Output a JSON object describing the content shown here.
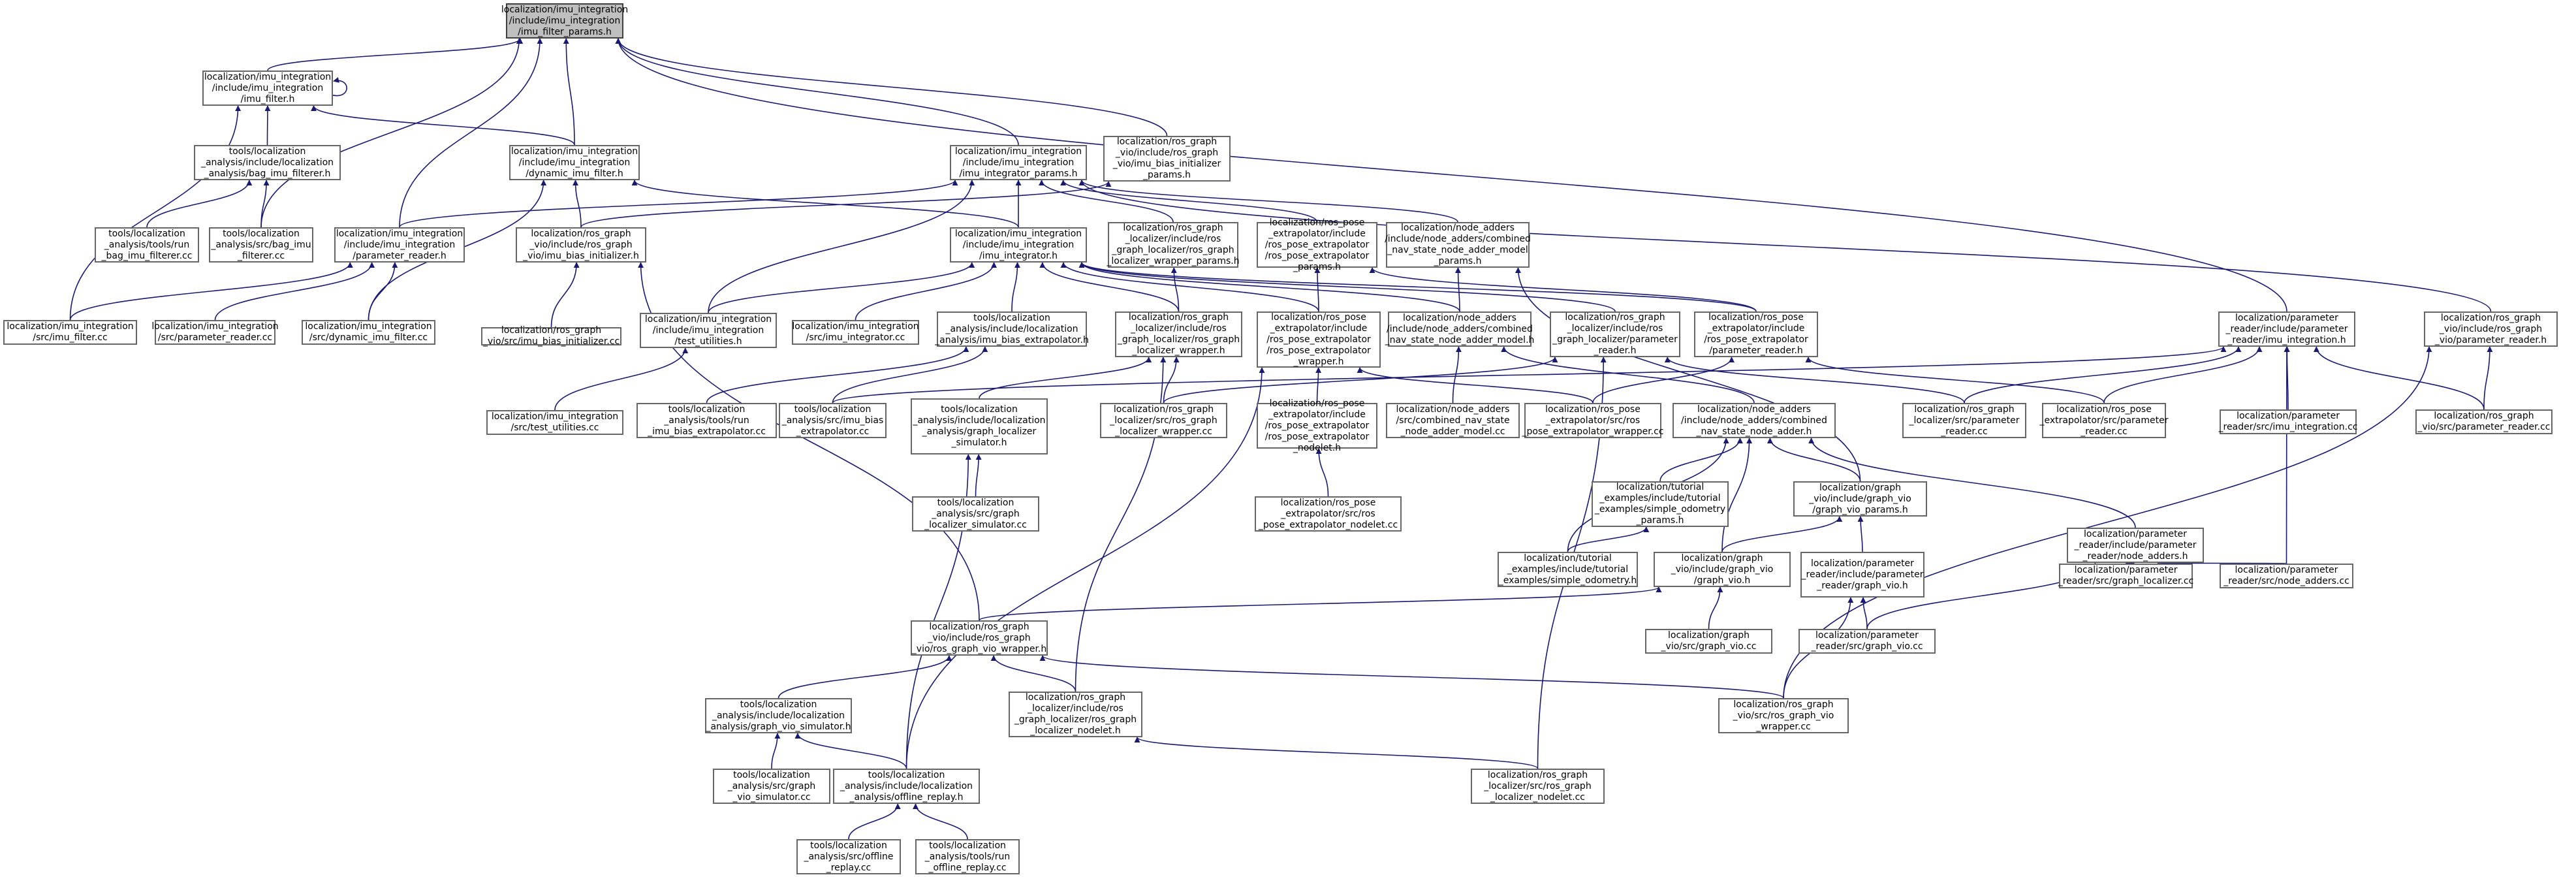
{
  "graph": {
    "title": "",
    "colors": {
      "edge": "#191970",
      "border": "#666666",
      "root_fill": "#bfbfbf",
      "node_fill": "#ffffff",
      "text": "#000000"
    },
    "nodes": [
      {
        "id": "n0",
        "label": "localization/imu_integration\n/include/imu_integration\n/imu_filter_params.h",
        "root": true
      },
      {
        "id": "n1",
        "label": "localization/imu_integration\n/include/imu_integration\n/imu_filter.h"
      },
      {
        "id": "n2",
        "label": "tools/localization\n_analysis/include/localization\n_analysis/bag_imu_filterer.h"
      },
      {
        "id": "n3",
        "label": "tools/localization\n_analysis/tools/run\n_bag_imu_filterer.cc"
      },
      {
        "id": "n4",
        "label": "tools/localization\n_analysis/src/bag_imu\n_filterer.cc"
      },
      {
        "id": "n5",
        "label": "localization/imu_integration\n/src/imu_filter.cc"
      },
      {
        "id": "n6",
        "label": "localization/imu_integration\n/include/imu_integration\n/dynamic_imu_filter.h"
      },
      {
        "id": "n7",
        "label": "localization/imu_integration\n/include/imu_integration\n/parameter_reader.h"
      },
      {
        "id": "n8",
        "label": "localization/imu_integration\n/src/parameter_reader.cc"
      },
      {
        "id": "n9",
        "label": "localization/imu_integration\n/src/dynamic_imu_filter.cc"
      },
      {
        "id": "n10",
        "label": "localization/ros_graph\n_vio/include/ros_graph\n_vio/imu_bias_initializer.h"
      },
      {
        "id": "n11",
        "label": "localization/ros_graph\n_vio/src/imu_bias_initializer.cc"
      },
      {
        "id": "n12",
        "label": "localization/imu_integration\n/include/imu_integration\n/imu_integrator_params.h"
      },
      {
        "id": "n13",
        "label": "localization/ros_graph\n_vio/include/ros_graph\n_vio/imu_bias_initializer\n_params.h"
      },
      {
        "id": "n14",
        "label": "localization/imu_integration\n/include/imu_integration\n/imu_integrator.h"
      },
      {
        "id": "n15",
        "label": "localization/ros_graph\n_localizer/include/ros\n_graph_localizer/ros_graph\n_localizer_wrapper_params.h"
      },
      {
        "id": "n16",
        "label": "localization/ros_pose\n_extrapolator/include\n/ros_pose_extrapolator\n/ros_pose_extrapolator\n_params.h"
      },
      {
        "id": "n17",
        "label": "localization/node_adders\n/include/node_adders/combined\n_nav_state_node_adder_model\n_params.h"
      },
      {
        "id": "n18",
        "label": "localization/imu_integration\n/include/imu_integration\n/test_utilities.h"
      },
      {
        "id": "n19",
        "label": "localization/imu_integration\n/src/test_utilities.cc"
      },
      {
        "id": "n20",
        "label": "localization/imu_integration\n/src/imu_integrator.cc"
      },
      {
        "id": "n21",
        "label": "tools/localization\n_analysis/include/localization\n_analysis/imu_bias_extrapolator.h"
      },
      {
        "id": "n22",
        "label": "tools/localization\n_analysis/tools/run\n_imu_bias_extrapolator.cc"
      },
      {
        "id": "n23",
        "label": "tools/localization\n_analysis/src/imu_bias\n_extrapolator.cc"
      },
      {
        "id": "n24",
        "label": "localization/ros_graph\n_localizer/include/ros\n_graph_localizer/ros_graph\n_localizer_wrapper.h"
      },
      {
        "id": "n25",
        "label": "localization/ros_graph\n_localizer/src/ros_graph\n_localizer_wrapper.cc"
      },
      {
        "id": "n26",
        "label": "localization/ros_pose\n_extrapolator/include\n/ros_pose_extrapolator\n/ros_pose_extrapolator\n_wrapper.h"
      },
      {
        "id": "n27",
        "label": "localization/ros_pose\n_extrapolator/include\n/ros_pose_extrapolator\n/ros_pose_extrapolator\n_nodelet.h"
      },
      {
        "id": "n28",
        "label": "localization/ros_pose\n_extrapolator/src/ros\n_pose_extrapolator_nodelet.cc"
      },
      {
        "id": "n29",
        "label": "localization/node_adders\n/include/node_adders/combined\n_nav_state_node_adder_model.h"
      },
      {
        "id": "n30",
        "label": "localization/node_adders\n/src/combined_nav_state\n_node_adder_model.cc"
      },
      {
        "id": "n31",
        "label": "localization/ros_graph\n_localizer/include/ros\n_graph_localizer/parameter\n_reader.h"
      },
      {
        "id": "n32",
        "label": "localization/ros_pose\n_extrapolator/include\n/ros_pose_extrapolator\n/parameter_reader.h"
      },
      {
        "id": "n33",
        "label": "localization/ros_pose\n_extrapolator/src/ros\n_pose_extrapolator_wrapper.cc"
      },
      {
        "id": "n34",
        "label": "localization/node_adders\n/include/node_adders/combined\n_nav_state_node_adder.h"
      },
      {
        "id": "n35",
        "label": "localization/parameter\n_reader/include/parameter\n_reader/imu_integration.h"
      },
      {
        "id": "n36",
        "label": "localization/ros_graph\n_localizer/src/parameter\n_reader.cc"
      },
      {
        "id": "n37",
        "label": "localization/ros_pose\n_extrapolator/src/parameter\n_reader.cc"
      },
      {
        "id": "n38",
        "label": "localization/parameter\n_reader/src/imu_integration.cc"
      },
      {
        "id": "n39",
        "label": "localization/ros_graph\n_vio/include/ros_graph\n_vio/parameter_reader.h"
      },
      {
        "id": "n40",
        "label": "localization/ros_graph\n_vio/src/parameter_reader.cc"
      },
      {
        "id": "n41",
        "label": "tools/localization\n_analysis/include/localization\n_analysis/graph_localizer\n_simulator.h"
      },
      {
        "id": "n42",
        "label": "tools/localization\n_analysis/src/graph\n_localizer_simulator.cc"
      },
      {
        "id": "n43",
        "label": "localization/tutorial\n_examples/include/tutorial\n_examples/simple_odometry\n_params.h"
      },
      {
        "id": "n44",
        "label": "localization/tutorial\n_examples/include/tutorial\n_examples/simple_odometry.h"
      },
      {
        "id": "n45",
        "label": "localization/graph\n_vio/include/graph_vio\n/graph_vio_params.h"
      },
      {
        "id": "n46",
        "label": "localization/graph\n_vio/include/graph_vio\n/graph_vio.h"
      },
      {
        "id": "n47",
        "label": "localization/graph\n_vio/src/graph_vio.cc"
      },
      {
        "id": "n48",
        "label": "localization/parameter\n_reader/include/parameter\n_reader/graph_vio.h"
      },
      {
        "id": "n49",
        "label": "localization/parameter\n_reader/src/graph_vio.cc"
      },
      {
        "id": "n50",
        "label": "localization/parameter\n_reader/include/parameter\n_reader/node_adders.h"
      },
      {
        "id": "n51",
        "label": "localization/parameter\n_reader/src/graph_localizer.cc"
      },
      {
        "id": "n52",
        "label": "localization/parameter\n_reader/src/node_adders.cc"
      },
      {
        "id": "n53",
        "label": "localization/ros_graph\n_vio/include/ros_graph\n_vio/ros_graph_vio_wrapper.h"
      },
      {
        "id": "n54",
        "label": "tools/localization\n_analysis/include/localization\n_analysis/graph_vio_simulator.h"
      },
      {
        "id": "n55",
        "label": "localization/ros_graph\n_localizer/include/ros\n_graph_localizer/ros_graph\n_localizer_nodelet.h"
      },
      {
        "id": "n56",
        "label": "localization/ros_graph\n_vio/src/ros_graph_vio\n_wrapper.cc"
      },
      {
        "id": "n57",
        "label": "tools/localization\n_analysis/src/graph\n_vio_simulator.cc"
      },
      {
        "id": "n58",
        "label": "tools/localization\n_analysis/include/localization\n_analysis/offline_replay.h"
      },
      {
        "id": "n59",
        "label": "localization/ros_graph\n_localizer/src/ros_graph\n_localizer_nodelet.cc"
      },
      {
        "id": "n60",
        "label": "tools/localization\n_analysis/src/offline\n_replay.cc"
      },
      {
        "id": "n61",
        "label": "tools/localization\n_analysis/tools/run\n_offline_replay.cc"
      }
    ],
    "edges": [
      [
        "n0",
        "n1"
      ],
      [
        "n0",
        "n4"
      ],
      [
        "n0",
        "n6"
      ],
      [
        "n0",
        "n7"
      ],
      [
        "n0",
        "n12"
      ],
      [
        "n0",
        "n13"
      ],
      [
        "n0",
        "n35"
      ],
      [
        "n1",
        "n1"
      ],
      [
        "n1",
        "n2"
      ],
      [
        "n1",
        "n5"
      ],
      [
        "n1",
        "n6"
      ],
      [
        "n2",
        "n3"
      ],
      [
        "n2",
        "n4"
      ],
      [
        "n6",
        "n9"
      ],
      [
        "n6",
        "n10"
      ],
      [
        "n6",
        "n14"
      ],
      [
        "n7",
        "n5"
      ],
      [
        "n7",
        "n8"
      ],
      [
        "n7",
        "n9"
      ],
      [
        "n10",
        "n11"
      ],
      [
        "n10",
        "n53"
      ],
      [
        "n12",
        "n7"
      ],
      [
        "n12",
        "n14"
      ],
      [
        "n12",
        "n15"
      ],
      [
        "n12",
        "n16"
      ],
      [
        "n12",
        "n17"
      ],
      [
        "n12",
        "n18"
      ],
      [
        "n12",
        "n39"
      ],
      [
        "n13",
        "n10"
      ],
      [
        "n14",
        "n18"
      ],
      [
        "n14",
        "n20"
      ],
      [
        "n14",
        "n21"
      ],
      [
        "n14",
        "n24"
      ],
      [
        "n14",
        "n26"
      ],
      [
        "n14",
        "n29"
      ],
      [
        "n14",
        "n31"
      ],
      [
        "n14",
        "n32"
      ],
      [
        "n15",
        "n24"
      ],
      [
        "n16",
        "n26"
      ],
      [
        "n16",
        "n32"
      ],
      [
        "n17",
        "n29"
      ],
      [
        "n17",
        "n45"
      ],
      [
        "n18",
        "n19"
      ],
      [
        "n21",
        "n22"
      ],
      [
        "n21",
        "n23"
      ],
      [
        "n24",
        "n25"
      ],
      [
        "n24",
        "n41"
      ],
      [
        "n24",
        "n55"
      ],
      [
        "n26",
        "n27"
      ],
      [
        "n26",
        "n33"
      ],
      [
        "n26",
        "n58"
      ],
      [
        "n27",
        "n28"
      ],
      [
        "n29",
        "n30"
      ],
      [
        "n29",
        "n34"
      ],
      [
        "n31",
        "n25"
      ],
      [
        "n31",
        "n36"
      ],
      [
        "n31",
        "n59"
      ],
      [
        "n32",
        "n33"
      ],
      [
        "n32",
        "n37"
      ],
      [
        "n34",
        "n43"
      ],
      [
        "n34",
        "n44"
      ],
      [
        "n34",
        "n45"
      ],
      [
        "n34",
        "n46"
      ],
      [
        "n34",
        "n50"
      ],
      [
        "n35",
        "n23"
      ],
      [
        "n35",
        "n36"
      ],
      [
        "n35",
        "n37"
      ],
      [
        "n35",
        "n38"
      ],
      [
        "n35",
        "n40"
      ],
      [
        "n35",
        "n52"
      ],
      [
        "n39",
        "n40"
      ],
      [
        "n39",
        "n56"
      ],
      [
        "n41",
        "n42"
      ],
      [
        "n41",
        "n58"
      ],
      [
        "n43",
        "n44"
      ],
      [
        "n45",
        "n46"
      ],
      [
        "n45",
        "n48"
      ],
      [
        "n46",
        "n47"
      ],
      [
        "n46",
        "n53"
      ],
      [
        "n48",
        "n49"
      ],
      [
        "n48",
        "n56"
      ],
      [
        "n50",
        "n49"
      ],
      [
        "n50",
        "n51"
      ],
      [
        "n50",
        "n52"
      ],
      [
        "n53",
        "n54"
      ],
      [
        "n53",
        "n55"
      ],
      [
        "n53",
        "n56"
      ],
      [
        "n54",
        "n57"
      ],
      [
        "n54",
        "n58"
      ],
      [
        "n55",
        "n59"
      ],
      [
        "n58",
        "n60"
      ],
      [
        "n58",
        "n61"
      ]
    ]
  }
}
